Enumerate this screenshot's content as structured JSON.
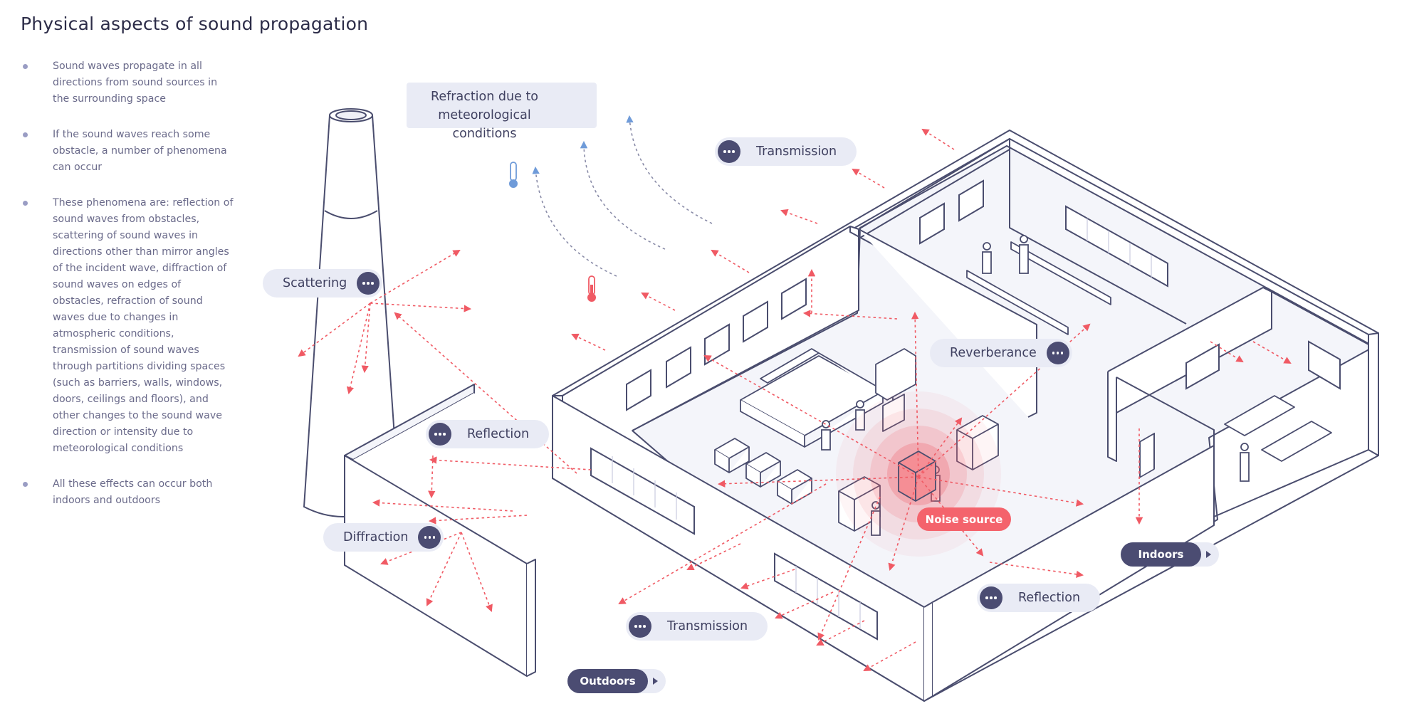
{
  "title": "Physical aspects of sound propagation",
  "intro": [
    "Sound waves propagate in all directions from sound sources in the surrounding space",
    "If the sound waves reach some obstacle, a number of phenomena can occur",
    "These phenomena are: reflection of sound waves from obstacles, scattering of sound waves in directions other than mirror angles of the incident wave, diffraction of sound waves on edges of obstacles, refraction of sound waves due to changes in atmospheric conditions, transmission of sound waves through partitions dividing spaces (such as barriers, walls, windows, doors, ceilings and floors), and other changes to the sound wave direction or intensity due to meteorological conditions",
    "All these effects can occur both indoors and outdoors"
  ],
  "labels": {
    "refraction": "Refraction due to meteorological conditions",
    "transmission_top": "Transmission",
    "scattering": "Scattering",
    "reverberance": "Reverberance",
    "reflection_left": "Reflection",
    "diffraction": "Diffraction",
    "noise_source": "Noise source",
    "indoors": "Indoors",
    "reflection_right": "Reflection",
    "transmission_bottom": "Transmission",
    "outdoors": "Outdoors"
  },
  "icons": {
    "more": "ellipsis-icon",
    "thermometer_cold": "thermometer-cold-icon",
    "thermometer_hot": "thermometer-hot-icon",
    "play": "play-triangle-icon"
  },
  "colors": {
    "line": "#4a4d6e",
    "wave": "#f05a64",
    "pill_bg": "#e9ebf5",
    "pill_dark": "#4b4c72",
    "noise": "#f4636c",
    "cold": "#6f9bd9",
    "floor": "#f4f5fa"
  }
}
